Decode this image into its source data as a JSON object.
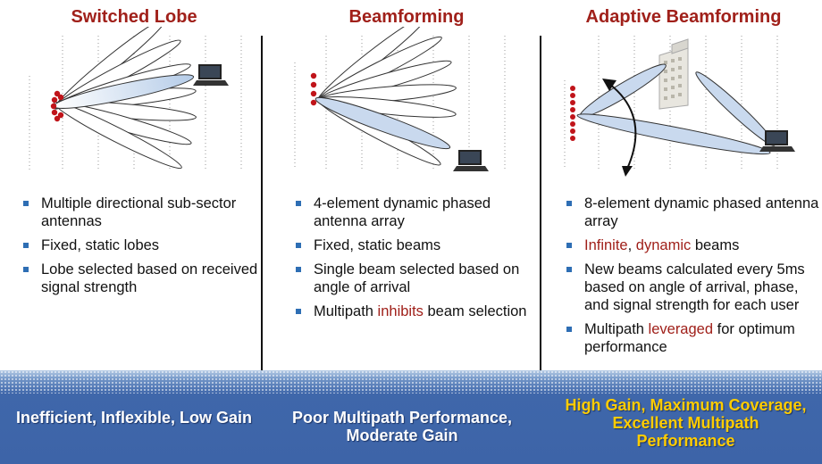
{
  "columns": [
    {
      "title": "Switched Lobe",
      "bullets": [
        "Multiple directional sub-sector antennas",
        "Fixed, static lobes",
        "Lobe selected based on received signal strength"
      ],
      "footer": "Inefficient, Inflexible, Low Gain"
    },
    {
      "title": "Beamforming",
      "bullets": [
        "4-element dynamic phased antenna array",
        "Fixed, static beams",
        "Single beam selected based on angle of arrival"
      ],
      "bullet4": {
        "pre": "Multipath ",
        "hl": "inhibits",
        "post": " beam selection"
      },
      "footer": "Poor Multipath Performance, Moderate Gain"
    },
    {
      "title": "Adaptive Beamforming",
      "bullets": [
        "8-element dynamic phased antenna array"
      ],
      "bullet2": {
        "hl1": "Infinite",
        "mid": ", ",
        "hl2": "dynamic",
        "post": " beams"
      },
      "bullet3": "New beams calculated every 5ms based on angle of arrival, phase, and signal strength for each user",
      "bullet4": {
        "pre": "Multipath ",
        "hl": "leveraged",
        "post": " for optimum performance"
      },
      "footer": "High Gain, Maximum Coverage, Excellent Multipath Performance"
    }
  ],
  "colors": {
    "title": "#a0201a",
    "highlight": "#a0201a",
    "bullet": "#2e6eb4",
    "element": "#c0141a",
    "band": "#3d64a8",
    "footer_accent": "#ffcc00",
    "beam": "#c9d9ee"
  },
  "icons": [
    "laptop-icon",
    "building-icon",
    "curved-arrow-icon",
    "antenna-element-icon"
  ]
}
